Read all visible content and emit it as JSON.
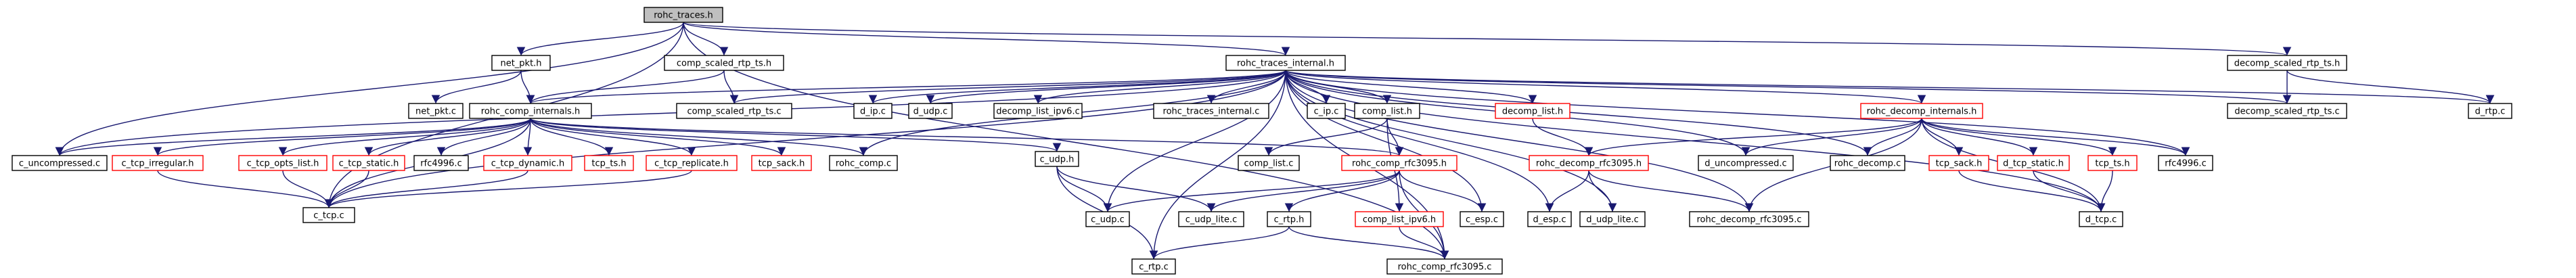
{
  "colors": {
    "edge": "#191970",
    "border_black": "#000000",
    "border_red": "#ff0000",
    "root_fill": "#bfbfbf",
    "fill": "#ffffff"
  },
  "nodes": [
    {
      "id": "rohc_traces_h",
      "label": "rohc_traces.h",
      "border": "black",
      "root": true
    },
    {
      "id": "net_pkt_h",
      "label": "net_pkt.h",
      "border": "black"
    },
    {
      "id": "comp_scaled_rtp_ts_h",
      "label": "comp_scaled_rtp_ts.h",
      "border": "black"
    },
    {
      "id": "rohc_traces_internal_h",
      "label": "rohc_traces_internal.h",
      "border": "black"
    },
    {
      "id": "decomp_scaled_rtp_ts_h",
      "label": "decomp_scaled_rtp_ts.h",
      "border": "black"
    },
    {
      "id": "net_pkt_c",
      "label": "net_pkt.c",
      "border": "black"
    },
    {
      "id": "rohc_comp_internals_h",
      "label": "rohc_comp_internals.h",
      "border": "black"
    },
    {
      "id": "comp_scaled_rtp_ts_c",
      "label": "comp_scaled_rtp_ts.c",
      "border": "black"
    },
    {
      "id": "d_ip_c",
      "label": "d_ip.c",
      "border": "black"
    },
    {
      "id": "d_udp_c",
      "label": "d_udp.c",
      "border": "black"
    },
    {
      "id": "decomp_list_ipv6_c",
      "label": "decomp_list_ipv6.c",
      "border": "black"
    },
    {
      "id": "rohc_traces_internal_c",
      "label": "rohc_traces_internal.c",
      "border": "black"
    },
    {
      "id": "c_ip_c",
      "label": "c_ip.c",
      "border": "black"
    },
    {
      "id": "comp_list_h",
      "label": "comp_list.h",
      "border": "black"
    },
    {
      "id": "decomp_list_h",
      "label": "decomp_list.h",
      "border": "red"
    },
    {
      "id": "rohc_decomp_internals_h",
      "label": "rohc_decomp_internals.h",
      "border": "red"
    },
    {
      "id": "decomp_scaled_rtp_ts_c",
      "label": "decomp_scaled_rtp_ts.c",
      "border": "black"
    },
    {
      "id": "d_rtp_c",
      "label": "d_rtp.c",
      "border": "black"
    },
    {
      "id": "c_uncompressed_c",
      "label": "c_uncompressed.c",
      "border": "black"
    },
    {
      "id": "c_tcp_irregular_h",
      "label": "c_tcp_irregular.h",
      "border": "red"
    },
    {
      "id": "c_tcp_opts_list_h",
      "label": "c_tcp_opts_list.h",
      "border": "red"
    },
    {
      "id": "c_tcp_static_h",
      "label": "c_tcp_static.h",
      "border": "red"
    },
    {
      "id": "rfc4996_c_left",
      "label": "rfc4996.c",
      "border": "black"
    },
    {
      "id": "c_tcp_dynamic_h",
      "label": "c_tcp_dynamic.h",
      "border": "red"
    },
    {
      "id": "tcp_ts_h_left",
      "label": "tcp_ts.h",
      "border": "red"
    },
    {
      "id": "c_tcp_replicate_h",
      "label": "c_tcp_replicate.h",
      "border": "red"
    },
    {
      "id": "tcp_sack_h_left",
      "label": "tcp_sack.h",
      "border": "red"
    },
    {
      "id": "rohc_comp_c",
      "label": "rohc_comp.c",
      "border": "black"
    },
    {
      "id": "c_udp_h",
      "label": "c_udp.h",
      "border": "black"
    },
    {
      "id": "comp_list_c",
      "label": "comp_list.c",
      "border": "black"
    },
    {
      "id": "rohc_comp_rfc3095_h",
      "label": "rohc_comp_rfc3095.h",
      "border": "red"
    },
    {
      "id": "rohc_decomp_rfc3095_h",
      "label": "rohc_decomp_rfc3095.h",
      "border": "red"
    },
    {
      "id": "d_uncompressed_c",
      "label": "d_uncompressed.c",
      "border": "black"
    },
    {
      "id": "rohc_decomp_c",
      "label": "rohc_decomp.c",
      "border": "black"
    },
    {
      "id": "tcp_sack_h_right",
      "label": "tcp_sack.h",
      "border": "red"
    },
    {
      "id": "d_tcp_static_h",
      "label": "d_tcp_static.h",
      "border": "red"
    },
    {
      "id": "tcp_ts_h_right",
      "label": "tcp_ts.h",
      "border": "red"
    },
    {
      "id": "rfc4996_c_right",
      "label": "rfc4996.c",
      "border": "black"
    },
    {
      "id": "c_tcp_c",
      "label": "c_tcp.c",
      "border": "black"
    },
    {
      "id": "c_udp_c",
      "label": "c_udp.c",
      "border": "black"
    },
    {
      "id": "c_udp_lite_c",
      "label": "c_udp_lite.c",
      "border": "black"
    },
    {
      "id": "c_rtp_h",
      "label": "c_rtp.h",
      "border": "black"
    },
    {
      "id": "comp_list_ipv6_h",
      "label": "comp_list_ipv6.h",
      "border": "red"
    },
    {
      "id": "c_esp_c",
      "label": "c_esp.c",
      "border": "black"
    },
    {
      "id": "d_esp_c",
      "label": "d_esp.c",
      "border": "black"
    },
    {
      "id": "d_udp_lite_c",
      "label": "d_udp_lite.c",
      "border": "black"
    },
    {
      "id": "rohc_decomp_rfc3095_c",
      "label": "rohc_decomp_rfc3095.c",
      "border": "black"
    },
    {
      "id": "d_tcp_c",
      "label": "d_tcp.c",
      "border": "black"
    },
    {
      "id": "c_rtp_c",
      "label": "c_rtp.c",
      "border": "black"
    },
    {
      "id": "rohc_comp_rfc3095_c",
      "label": "rohc_comp_rfc3095.c",
      "border": "black"
    }
  ],
  "edges": [
    [
      "rohc_traces_h",
      "net_pkt_h"
    ],
    [
      "rohc_traces_h",
      "comp_scaled_rtp_ts_h"
    ],
    [
      "rohc_traces_h",
      "rohc_traces_internal_h"
    ],
    [
      "rohc_traces_h",
      "decomp_scaled_rtp_ts_h"
    ],
    [
      "rohc_traces_h",
      "c_uncompressed_c"
    ],
    [
      "rohc_traces_h",
      "c_tcp_c"
    ],
    [
      "rohc_traces_h",
      "rohc_comp_rfc3095_c"
    ],
    [
      "net_pkt_h",
      "net_pkt_c"
    ],
    [
      "net_pkt_h",
      "rohc_comp_internals_h"
    ],
    [
      "comp_scaled_rtp_ts_h",
      "comp_scaled_rtp_ts_c"
    ],
    [
      "comp_scaled_rtp_ts_h",
      "rohc_comp_internals_h"
    ],
    [
      "decomp_scaled_rtp_ts_h",
      "decomp_scaled_rtp_ts_c"
    ],
    [
      "decomp_scaled_rtp_ts_h",
      "d_rtp_c"
    ],
    [
      "rohc_traces_internal_h",
      "rohc_comp_internals_h"
    ],
    [
      "rohc_traces_internal_h",
      "comp_scaled_rtp_ts_c"
    ],
    [
      "rohc_traces_internal_h",
      "d_ip_c"
    ],
    [
      "rohc_traces_internal_h",
      "d_udp_c"
    ],
    [
      "rohc_traces_internal_h",
      "decomp_list_ipv6_c"
    ],
    [
      "rohc_traces_internal_h",
      "rohc_traces_internal_c"
    ],
    [
      "rohc_traces_internal_h",
      "c_ip_c"
    ],
    [
      "rohc_traces_internal_h",
      "comp_list_h"
    ],
    [
      "rohc_traces_internal_h",
      "decomp_list_h"
    ],
    [
      "rohc_traces_internal_h",
      "rohc_decomp_internals_h"
    ],
    [
      "rohc_traces_internal_h",
      "decomp_scaled_rtp_ts_c"
    ],
    [
      "rohc_traces_internal_h",
      "d_rtp_c"
    ],
    [
      "rohc_traces_internal_h",
      "c_uncompressed_c"
    ],
    [
      "rohc_traces_internal_h",
      "rohc_comp_c"
    ],
    [
      "rohc_traces_internal_h",
      "c_udp_c"
    ],
    [
      "rohc_traces_internal_h",
      "c_rtp_c"
    ],
    [
      "rohc_traces_internal_h",
      "c_esp_c"
    ],
    [
      "rohc_traces_internal_h",
      "d_esp_c"
    ],
    [
      "rohc_traces_internal_h",
      "d_udp_lite_c"
    ],
    [
      "rohc_traces_internal_h",
      "rohc_decomp_rfc3095_c"
    ],
    [
      "rohc_traces_internal_h",
      "d_uncompressed_c"
    ],
    [
      "rohc_traces_internal_h",
      "rohc_decomp_c"
    ],
    [
      "rohc_traces_internal_h",
      "rfc4996_c_right"
    ],
    [
      "rohc_traces_internal_h",
      "d_tcp_c"
    ],
    [
      "rohc_traces_internal_h",
      "c_tcp_c"
    ],
    [
      "rohc_traces_internal_h",
      "rohc_comp_rfc3095_c"
    ],
    [
      "rohc_comp_internals_h",
      "c_uncompressed_c"
    ],
    [
      "rohc_comp_internals_h",
      "c_tcp_irregular_h"
    ],
    [
      "rohc_comp_internals_h",
      "c_tcp_opts_list_h"
    ],
    [
      "rohc_comp_internals_h",
      "c_tcp_static_h"
    ],
    [
      "rohc_comp_internals_h",
      "rfc4996_c_left"
    ],
    [
      "rohc_comp_internals_h",
      "c_tcp_dynamic_h"
    ],
    [
      "rohc_comp_internals_h",
      "tcp_ts_h_left"
    ],
    [
      "rohc_comp_internals_h",
      "c_tcp_replicate_h"
    ],
    [
      "rohc_comp_internals_h",
      "tcp_sack_h_left"
    ],
    [
      "rohc_comp_internals_h",
      "rohc_comp_c"
    ],
    [
      "rohc_comp_internals_h",
      "c_udp_h"
    ],
    [
      "rohc_comp_internals_h",
      "rohc_comp_rfc3095_h"
    ],
    [
      "rohc_comp_internals_h",
      "c_tcp_c"
    ],
    [
      "c_tcp_irregular_h",
      "c_tcp_c"
    ],
    [
      "c_tcp_opts_list_h",
      "c_tcp_c"
    ],
    [
      "c_tcp_static_h",
      "c_tcp_c"
    ],
    [
      "c_tcp_dynamic_h",
      "c_tcp_c"
    ],
    [
      "c_tcp_replicate_h",
      "c_tcp_c"
    ],
    [
      "comp_list_h",
      "comp_list_c"
    ],
    [
      "comp_list_h",
      "rohc_comp_rfc3095_h"
    ],
    [
      "comp_list_h",
      "comp_list_ipv6_h"
    ],
    [
      "c_udp_h",
      "c_udp_c"
    ],
    [
      "c_udp_h",
      "c_udp_lite_c"
    ],
    [
      "c_udp_h",
      "c_rtp_c"
    ],
    [
      "rohc_comp_rfc3095_h",
      "c_udp_c"
    ],
    [
      "rohc_comp_rfc3095_h",
      "c_udp_lite_c"
    ],
    [
      "rohc_comp_rfc3095_h",
      "c_rtp_h"
    ],
    [
      "rohc_comp_rfc3095_h",
      "c_esp_c"
    ],
    [
      "rohc_comp_rfc3095_h",
      "rohc_comp_rfc3095_c"
    ],
    [
      "comp_list_ipv6_h",
      "rohc_comp_rfc3095_c"
    ],
    [
      "c_rtp_h",
      "c_rtp_c"
    ],
    [
      "c_rtp_h",
      "rohc_comp_rfc3095_c"
    ],
    [
      "decomp_list_h",
      "rohc_decomp_rfc3095_h"
    ],
    [
      "rohc_decomp_internals_h",
      "rohc_decomp_rfc3095_h"
    ],
    [
      "rohc_decomp_internals_h",
      "d_uncompressed_c"
    ],
    [
      "rohc_decomp_internals_h",
      "rohc_decomp_c"
    ],
    [
      "rohc_decomp_internals_h",
      "tcp_sack_h_right"
    ],
    [
      "rohc_decomp_internals_h",
      "d_tcp_static_h"
    ],
    [
      "rohc_decomp_internals_h",
      "tcp_ts_h_right"
    ],
    [
      "rohc_decomp_internals_h",
      "rfc4996_c_right"
    ],
    [
      "rohc_decomp_internals_h",
      "rohc_decomp_rfc3095_c"
    ],
    [
      "rohc_decomp_internals_h",
      "d_tcp_c"
    ],
    [
      "rohc_decomp_rfc3095_h",
      "d_esp_c"
    ],
    [
      "rohc_decomp_rfc3095_h",
      "d_udp_lite_c"
    ],
    [
      "rohc_decomp_rfc3095_h",
      "rohc_decomp_rfc3095_c"
    ],
    [
      "tcp_sack_h_right",
      "d_tcp_c"
    ],
    [
      "d_tcp_static_h",
      "d_tcp_c"
    ],
    [
      "tcp_ts_h_right",
      "d_tcp_c"
    ]
  ]
}
